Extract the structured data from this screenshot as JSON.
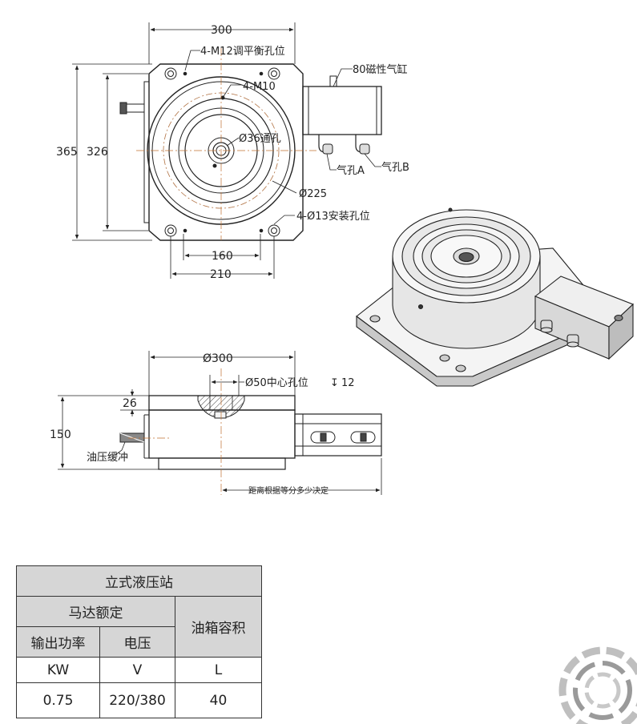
{
  "drawing": {
    "top_view": {
      "dim_width": "300",
      "dim_height_outer": "365",
      "dim_height_inner": "326",
      "dim_hole_x": "160",
      "dim_hole_x2": "210",
      "label_leveling_holes": "4-M12调平衡孔位",
      "label_thread": "4-M10",
      "label_center_hole": "Ø36通孔",
      "label_diameter": "Ø225",
      "label_mount_holes": "4-Ø13安装孔位",
      "label_cylinder": "80磁性气缸",
      "label_port_a": "气孔A",
      "label_port_b": "气孔B"
    },
    "side_view": {
      "dim_diameter": "Ø300",
      "label_center": "Ø50中心孔位",
      "center_depth": "12",
      "dim_thickness": "26",
      "dim_height": "150",
      "label_damper": "油压缓冲",
      "label_distance": "距离根据等分多少决定"
    }
  },
  "table": {
    "title": "立式液压站",
    "group_motor": "马达额定",
    "col_power": "输出功率",
    "col_voltage": "电压",
    "col_tank": "油箱容积",
    "unit_power": "KW",
    "unit_voltage": "V",
    "unit_tank": "L",
    "val_power": "0.75",
    "val_voltage": "220/380",
    "val_tank": "40"
  }
}
